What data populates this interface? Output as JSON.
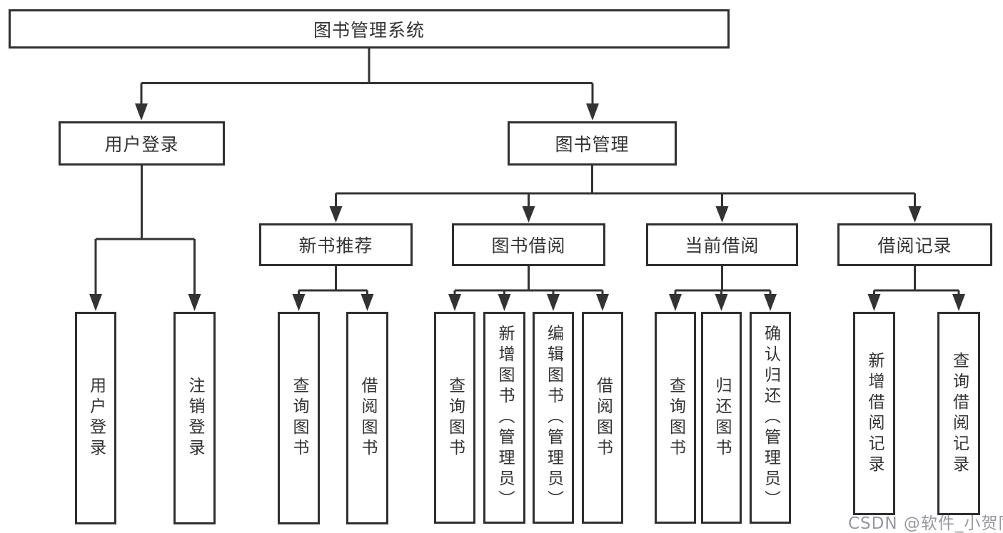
{
  "diagram_type": "hierarchy-tree",
  "tree": {
    "label": "图书管理系统",
    "children": [
      {
        "label": "用户登录",
        "children": [
          {
            "label": "用户登录"
          },
          {
            "label": "注销登录"
          }
        ]
      },
      {
        "label": "图书管理",
        "children": [
          {
            "label": "新书推荐",
            "children": [
              {
                "label": "查询图书"
              },
              {
                "label": "借阅图书"
              }
            ]
          },
          {
            "label": "图书借阅",
            "children": [
              {
                "label": "查询图书"
              },
              {
                "label": "新增图书（管理员）"
              },
              {
                "label": "编辑图书（管理员）"
              },
              {
                "label": "借阅图书"
              }
            ]
          },
          {
            "label": "当前借阅",
            "children": [
              {
                "label": "查询图书"
              },
              {
                "label": "归还图书"
              },
              {
                "label": "确认归还（管理员）"
              }
            ]
          },
          {
            "label": "借阅记录",
            "children": [
              {
                "label": "新增借阅记录"
              },
              {
                "label": "查询借阅记录"
              }
            ]
          }
        ]
      }
    ]
  },
  "watermark": {
    "text": "CSDN @软件_小贺同学"
  },
  "colors": {
    "line": "#333333",
    "box_border": "#2f2f2f",
    "text": "#333333",
    "background": "#ffffff",
    "watermark": "#97979f"
  }
}
